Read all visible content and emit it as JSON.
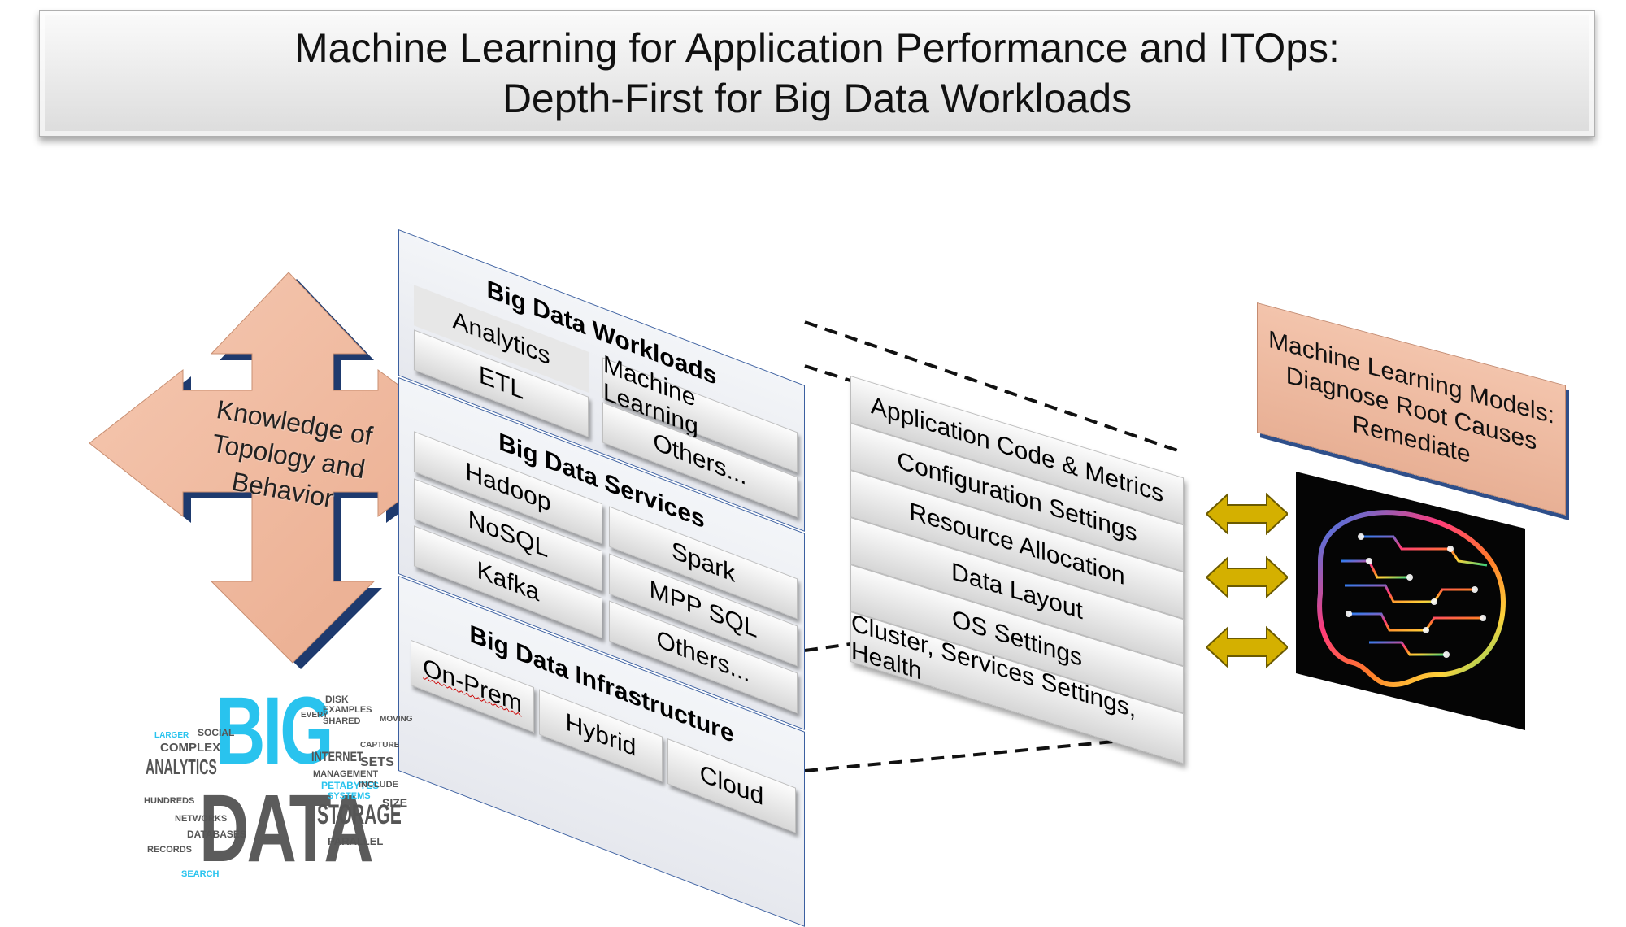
{
  "title": {
    "line1": "Machine Learning for Application Performance and ITOps:",
    "line2": "Depth-First for Big Data Workloads"
  },
  "knowledge": {
    "line1": "Knowledge of",
    "line2": "Topology and",
    "line3": "Behavior"
  },
  "workloads": {
    "heading": "Big Data Workloads",
    "items": [
      "Analytics",
      "Machine Learning",
      "ETL",
      "Others..."
    ]
  },
  "services": {
    "heading": "Big Data Services",
    "items": [
      "Hadoop",
      "Spark",
      "NoSQL",
      "MPP SQL",
      "Kafka",
      "Others..."
    ]
  },
  "infrastructure": {
    "heading": "Big Data Infrastructure",
    "items": [
      "On-Prem",
      "Hybrid",
      "Cloud"
    ]
  },
  "settings": [
    "Application Code & Metrics",
    "Configuration Settings",
    "Resource Allocation",
    "Data Layout",
    "OS Settings",
    "Cluster, Services Settings, Health"
  ],
  "ml_models": {
    "line1": "Machine Learning Models:",
    "line2": "Diagnose Root Causes",
    "line3": "Remediate"
  },
  "wordcloud": {
    "big": "BIG",
    "data": "DATA",
    "words": [
      "ANALYTICS",
      "COMPLEX",
      "STORAGE",
      "INTERNET",
      "SOCIAL",
      "DATABASES",
      "NETWORKS",
      "RECORDS",
      "SEARCH",
      "PETABYTES",
      "SYSTEMS",
      "MANAGEMENT",
      "HUNDREDS",
      "PARALLEL",
      "SETS",
      "SHARED",
      "EXAMPLES",
      "DISK",
      "INCLUDE",
      "SIZE",
      "LARGER",
      "CAPTURE",
      "MOVING",
      "EVERY"
    ]
  },
  "colors": {
    "arrow_fill": "#f0b79a",
    "arrow_edge": "#1e3a6e",
    "connector_arrow": "#d4b000",
    "panel_border": "#3b5fa0",
    "wordcloud_blue": "#29c3ee",
    "wordcloud_gray": "#5b5b5b"
  }
}
